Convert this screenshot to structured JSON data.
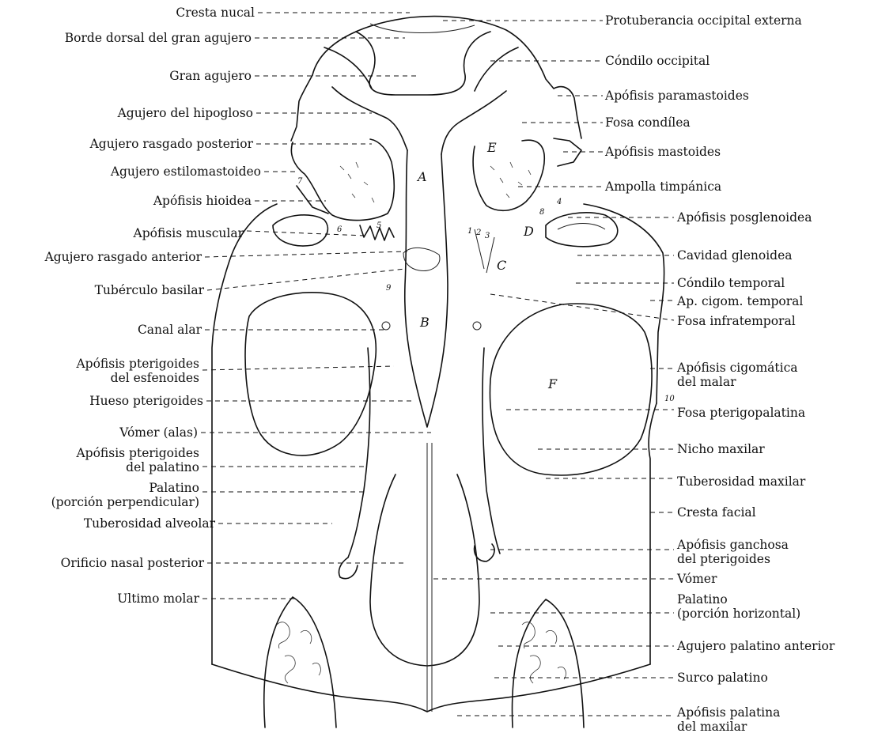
{
  "labels_left": [
    {
      "id": "cresta-nucal",
      "text": "Cresta nucal"
    },
    {
      "id": "borde-dorsal",
      "text": "Borde dorsal del gran agujero"
    },
    {
      "id": "gran-agujero",
      "text": "Gran agujero"
    },
    {
      "id": "agujero-hipogloso",
      "text": "Agujero del hipogloso"
    },
    {
      "id": "agujero-rasgado-posterior",
      "text": "Agujero rasgado posterior"
    },
    {
      "id": "agujero-estilomastoideo",
      "text": "Agujero estilomastoideo"
    },
    {
      "id": "apofisis-hioidea",
      "text": "Apófisis hioidea"
    },
    {
      "id": "apofisis-muscular",
      "text": "Apófisis muscular"
    },
    {
      "id": "agujero-rasgado-anterior",
      "text": "Agujero rasgado anterior"
    },
    {
      "id": "tuberculo-basilar",
      "text": "Tubérculo basilar"
    },
    {
      "id": "canal-alar",
      "text": "Canal alar"
    },
    {
      "id": "apofisis-pterigoides-esfenoides",
      "text": "Apófisis pterigoides",
      "text2": "del esfenoides"
    },
    {
      "id": "hueso-pterigoides",
      "text": "Hueso pterigoides"
    },
    {
      "id": "vomer-alas",
      "text": "Vómer (alas)"
    },
    {
      "id": "apofisis-pterigoides-palatino",
      "text": "Apófisis pterigoides",
      "text2": "del palatino"
    },
    {
      "id": "palatino-perpendicular",
      "text": "Palatino",
      "text2": "(porción perpendicular)"
    },
    {
      "id": "tuberosidad-alveolar",
      "text": "Tuberosidad alveolar"
    },
    {
      "id": "orificio-nasal-posterior",
      "text": "Orificio nasal posterior"
    },
    {
      "id": "ultimo-molar",
      "text": "Ultimo molar"
    }
  ],
  "labels_right": [
    {
      "id": "protuberancia",
      "text": "Protuberancia occipital externa"
    },
    {
      "id": "condilo-occipital",
      "text": "Cóndilo occipital"
    },
    {
      "id": "apofisis-paramastoides",
      "text": "Apófisis paramastoides"
    },
    {
      "id": "fosa-condilea",
      "text": "Fosa condílea"
    },
    {
      "id": "apofisis-mastoides",
      "text": "Apófisis mastoides"
    },
    {
      "id": "ampolla-timpanica",
      "text": "Ampolla timpánica"
    },
    {
      "id": "apofisis-posglenoidea",
      "text": "Apófisis posglenoidea"
    },
    {
      "id": "cavidad-glenoidea",
      "text": "Cavidad glenoidea"
    },
    {
      "id": "condilo-temporal",
      "text": "Cóndilo temporal"
    },
    {
      "id": "ap-cigom-temporal",
      "text": "Ap. cigom. temporal"
    },
    {
      "id": "fosa-infratemporal",
      "text": "Fosa infratemporal"
    },
    {
      "id": "apofisis-cigomatica-malar",
      "text": "Apófisis cigomática",
      "text2": "del malar"
    },
    {
      "id": "fosa-pterigopalatina",
      "text": "Fosa pterigopalatina"
    },
    {
      "id": "nicho-maxilar",
      "text": "Nicho maxilar"
    },
    {
      "id": "tuberosidad-maxilar",
      "text": "Tuberosidad maxilar"
    },
    {
      "id": "cresta-facial",
      "text": "Cresta facial"
    },
    {
      "id": "apofisis-ganchosa",
      "text": "Apófisis ganchosa",
      "text2": "del pterigoides"
    },
    {
      "id": "vomer",
      "text": "Vómer"
    },
    {
      "id": "palatino-horizontal",
      "text": "Palatino",
      "text2": "(porción horizontal)"
    },
    {
      "id": "agujero-palatino-anterior",
      "text": "Agujero palatino anterior"
    },
    {
      "id": "surco-palatino",
      "text": "Surco palatino"
    },
    {
      "id": "apofisis-palatina-maxilar",
      "text": "Apófisis palatina",
      "text2": "del maxilar"
    }
  ],
  "figure_letters": [
    "A",
    "B",
    "C",
    "D",
    "E",
    "F"
  ],
  "figure_numbers": [
    "1",
    "2",
    "3",
    "4",
    "5",
    "6",
    "7",
    "8",
    "9",
    "10"
  ]
}
